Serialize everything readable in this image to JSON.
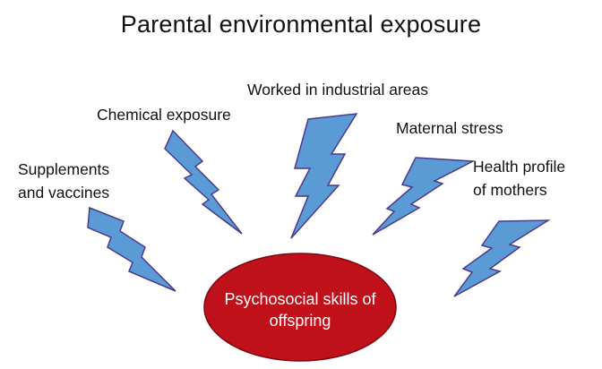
{
  "title": "Parental environmental exposure",
  "factors": [
    "Supplements\nand vaccines",
    "Chemical exposure",
    "Worked in industrial areas",
    "Maternal stress",
    "Health profile\nof mothers"
  ],
  "center": "Psychosocial skills of\noffspring",
  "colors": {
    "bolt_fill": "#5b9bd5",
    "bolt_stroke": "#4b3a8c",
    "center_fill": "#c0101a",
    "center_stroke": "#7a0a10"
  },
  "icons": [
    "lightning-bolt-icon"
  ]
}
